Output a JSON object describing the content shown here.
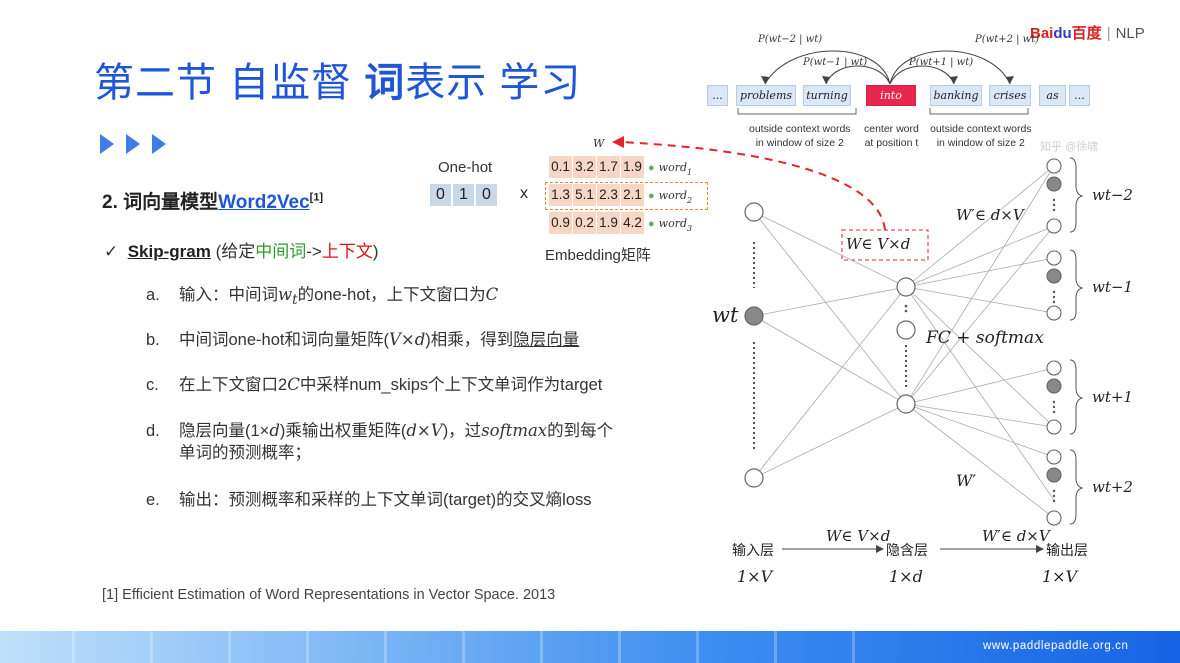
{
  "title": {
    "part1": "第二节 自监督 ",
    "bold": "词",
    "part2": "表示 学习"
  },
  "logo": {
    "bai": "Bai",
    "du": "du",
    "brand": "百度",
    "sep": "|",
    "nlp": "NLP"
  },
  "model": {
    "prefix": "2. 词向量模型",
    "name": "Word2Vec",
    "ref": "[1]"
  },
  "skipgram": {
    "check": "✓",
    "name": "Skip-gram",
    "open": " (给定",
    "center": "中间词",
    "arrow": "->",
    "context": "上下文",
    "close": ")"
  },
  "items": [
    {
      "letter": "a.",
      "t1": "输入：中间词",
      "m1": "w",
      "sub": "t",
      "t2": "的one-hot，上下文窗口为",
      "m2": "C"
    },
    {
      "letter": "b.",
      "t1": "中间词one-hot和词向量矩阵(",
      "m1": "V×d",
      "t2": ")相乘，得到",
      "ul": "隐层向量"
    },
    {
      "letter": "c.",
      "t1": "在上下文窗口2",
      "m1": "C",
      "t2": "中采样num_skips个上下文单词作为target"
    },
    {
      "letter": "d.",
      "t1": "隐层向量(1×",
      "m1": "d",
      "t2": ")乘输出权重矩阵(",
      "m2": "d×V",
      "t3": ")，过",
      "m3": "softmax",
      "t4": "的到每个",
      "line2": "单词的预测概率；"
    },
    {
      "letter": "e.",
      "t1": "输出：预测概率和采样的上下文单词(target)的交叉熵loss"
    }
  ],
  "reference": "[1] Efficient Estimation of Word Representations in Vector Space. 2013",
  "matrix": {
    "onehot_label": "One-hot",
    "onehot": [
      "0",
      "1",
      "0"
    ],
    "times": "x",
    "rows": [
      {
        "values": [
          "0.1",
          "3.2",
          "1.7",
          "1.9"
        ],
        "word": "word",
        "sub": "1"
      },
      {
        "values": [
          "1.3",
          "5.1",
          "2.3",
          "2.1"
        ],
        "word": "word",
        "sub": "2"
      },
      {
        "values": [
          "0.9",
          "0.2",
          "1.9",
          "4.2"
        ],
        "word": "word",
        "sub": "3"
      }
    ],
    "label": "Embedding矩阵",
    "w_label": "W"
  },
  "tokens": [
    "...",
    "problems",
    "turning",
    "into",
    "banking",
    "crises",
    "as",
    "..."
  ],
  "context_labels": {
    "left": [
      "outside context words",
      "in window of size 2"
    ],
    "center": [
      "center word",
      "at position t"
    ],
    "right": [
      "outside context words",
      "in window of size 2"
    ]
  },
  "probs": {
    "p1": "P(wt−2 | wt)",
    "p2": "P(wt−1 | wt)",
    "p3": "P(wt+1 | wt)",
    "p4": "P(wt+2 | wt)"
  },
  "watermark": "知乎 @徐啸",
  "network": {
    "input_label": "wt",
    "w_box": "W∈ V×d",
    "w_prime_top": "W′∈ d×V",
    "fc": "FC + softmax",
    "w_prime": "W′",
    "out_labels": [
      "wt−2",
      "wt−1",
      "wt+1",
      "wt+2"
    ],
    "layers": [
      {
        "name": "输入层",
        "dim": "1×V"
      },
      {
        "name": "隐含层",
        "dim": "1×d"
      },
      {
        "name": "输出层",
        "dim": "1×V"
      }
    ],
    "edge1": "W∈ V×d",
    "edge2": "W′∈ d×V"
  },
  "footer_url": "www.paddlepaddle.org.cn",
  "colors": {
    "title": "#1f56d6",
    "center_token": "#e8274f",
    "token": "#dbe7f7",
    "embedding": "#f7d6c4",
    "onehot": "#c9d7ea"
  }
}
